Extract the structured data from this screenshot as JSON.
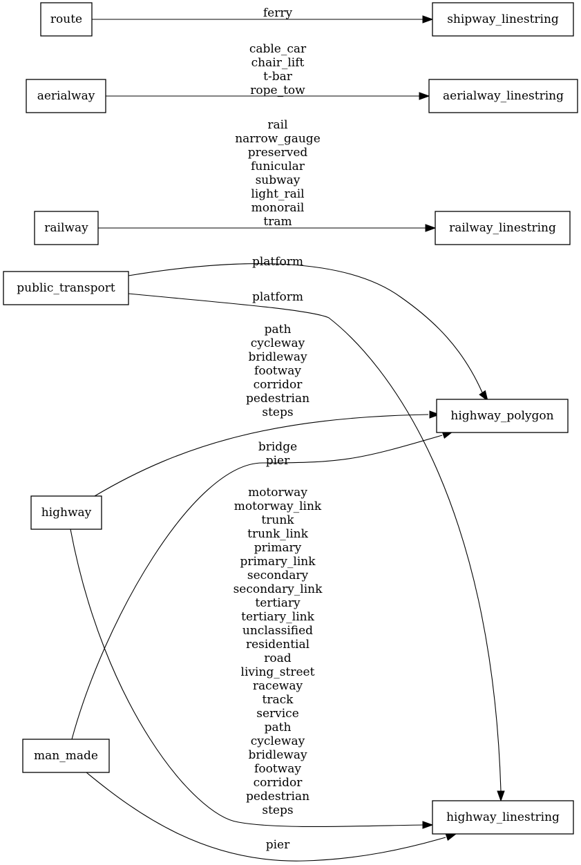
{
  "nodes": {
    "route": "route",
    "shipway_linestring": "shipway_linestring",
    "aerialway": "aerialway",
    "aerialway_linestring": "aerialway_linestring",
    "railway": "railway",
    "railway_linestring": "railway_linestring",
    "public_transport": "public_transport",
    "highway_polygon": "highway_polygon",
    "highway": "highway",
    "man_made": "man_made",
    "highway_linestring": "highway_linestring"
  },
  "edges": [
    {
      "from": "route",
      "to": "shipway_linestring",
      "labels": [
        "ferry"
      ]
    },
    {
      "from": "aerialway",
      "to": "aerialway_linestring",
      "labels": [
        "cable_car",
        "chair_lift",
        "t-bar",
        "rope_tow"
      ]
    },
    {
      "from": "railway",
      "to": "railway_linestring",
      "labels": [
        "rail",
        "narrow_gauge",
        "preserved",
        "funicular",
        "subway",
        "light_rail",
        "monorail",
        "tram"
      ]
    },
    {
      "from": "public_transport",
      "to": "highway_polygon",
      "labels": [
        "platform"
      ]
    },
    {
      "from": "public_transport",
      "to": "highway_linestring",
      "labels": [
        "platform"
      ]
    },
    {
      "from": "highway",
      "to": "highway_polygon",
      "labels": [
        "path",
        "cycleway",
        "bridleway",
        "footway",
        "corridor",
        "pedestrian",
        "steps"
      ]
    },
    {
      "from": "man_made",
      "to": "highway_polygon",
      "labels": [
        "bridge",
        "pier"
      ]
    },
    {
      "from": "highway",
      "to": "highway_linestring",
      "labels": [
        "motorway",
        "motorway_link",
        "trunk",
        "trunk_link",
        "primary",
        "primary_link",
        "secondary",
        "secondary_link",
        "tertiary",
        "tertiary_link",
        "unclassified",
        "residential",
        "road",
        "living_street",
        "raceway",
        "track",
        "service",
        "path",
        "cycleway",
        "bridleway",
        "footway",
        "corridor",
        "pedestrian",
        "steps"
      ]
    },
    {
      "from": "man_made",
      "to": "highway_linestring",
      "labels": [
        "pier"
      ]
    }
  ]
}
